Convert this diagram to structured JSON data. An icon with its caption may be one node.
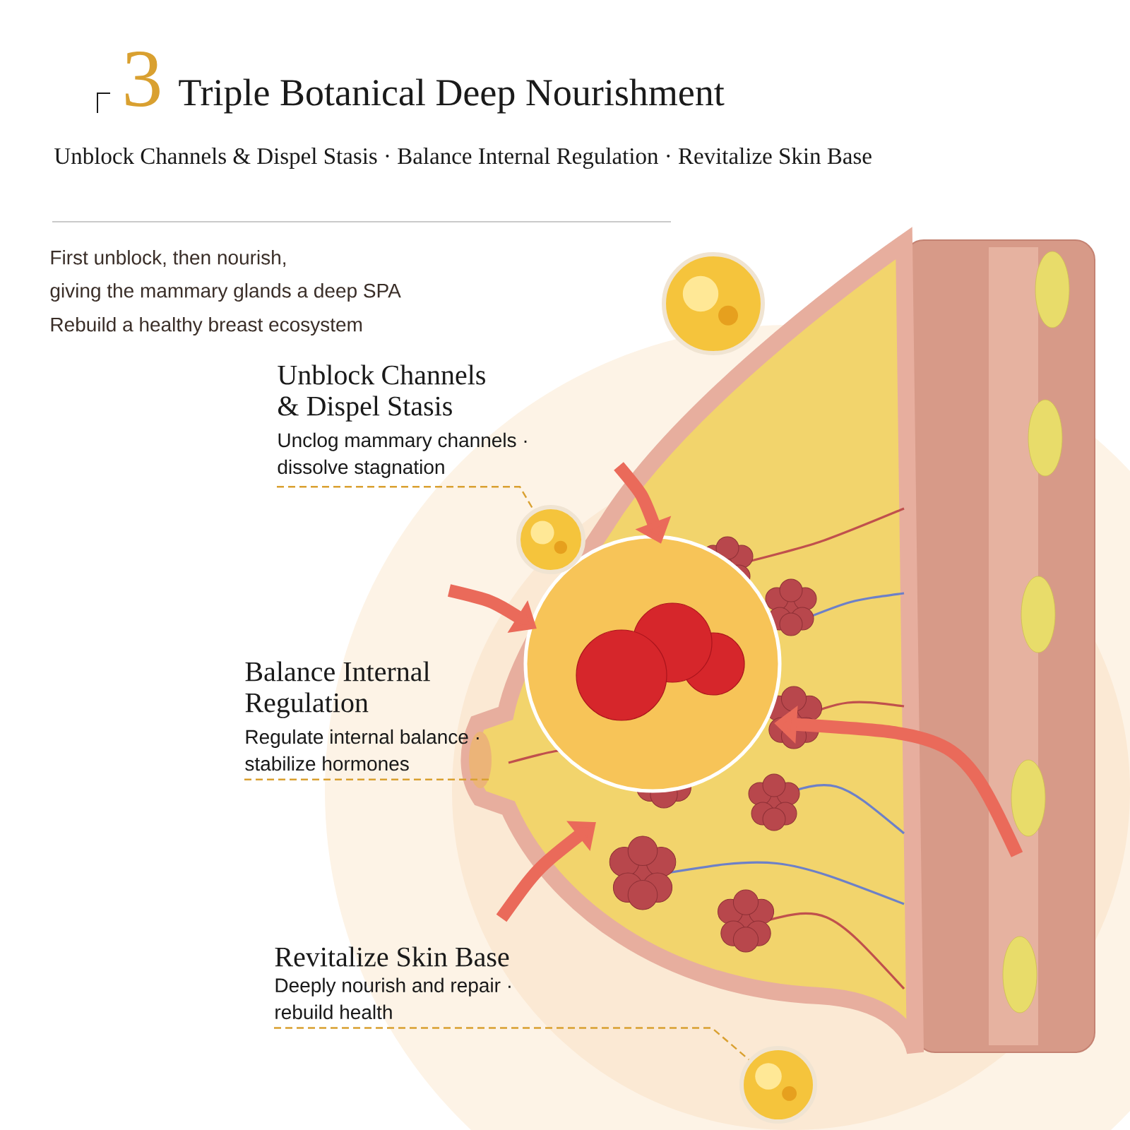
{
  "diagram": {
    "title": "Triple Botanical Deep Nourishment",
    "nodes": [
      {
        "text": [],
        "shape": "circle"
      },
      {
        "text": [
          "Unblock Channels & Dispel Stasis",
          "Unclog mammary channels · dissolve stagnation"
        ]
      },
      {
        "text": [],
        "shape": "circle"
      },
      {
        "text": [
          "Balance Internal Regulation",
          "Regulate internal balance · stabilize hormones"
        ]
      },
      {
        "text": [
          "Revitalize Skin Base",
          "Deeply nourish and repair · rebuild health"
        ]
      },
      {
        "text": [],
        "shape": "circle"
      }
    ],
    "edges": [
      {
        "from": 1,
        "to": 2,
        "arrow": "none",
        "style": "dashed"
      },
      {
        "from": 4,
        "to": 5,
        "arrow": "none",
        "style": "dashed"
      }
    ],
    "labels": [
      "3",
      "Unblock Channels & Dispel Stasis · Balance Internal Regulation · Revitalize Skin Base",
      "First unblock, then nourish,",
      "giving the mammary glands a deep SPA",
      "Rebuild a healthy breast ecosystem"
    ]
  }
}
